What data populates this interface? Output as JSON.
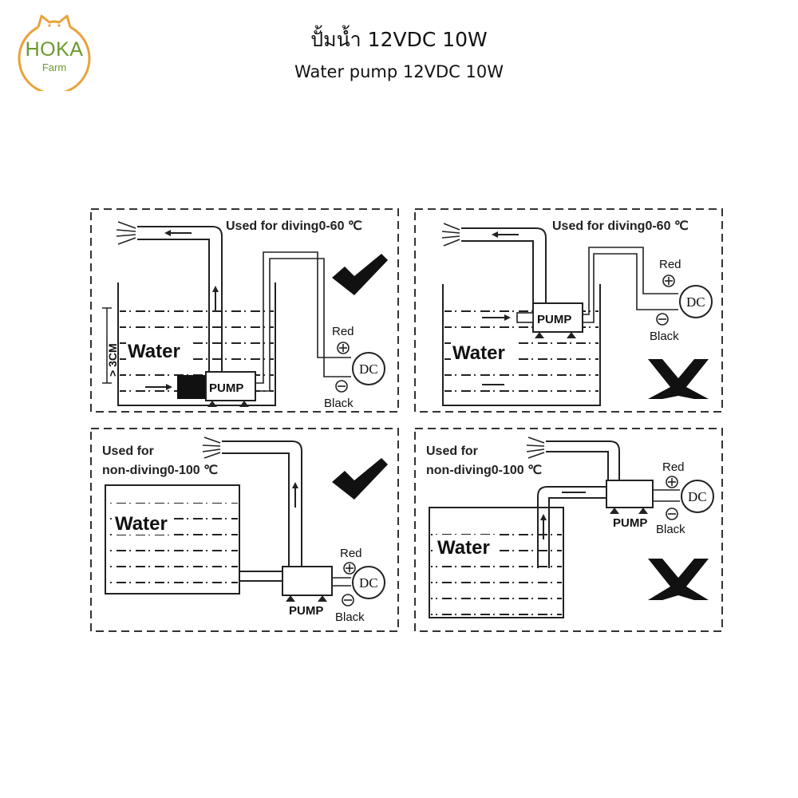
{
  "header": {
    "logo_text": "HOKA",
    "logo_subtext": "Farm",
    "title_thai": "ปั้มน้ำ 12VDC 10W",
    "title_english": "Water pump 12VDC 10W"
  },
  "panels": [
    {
      "label_line1": "Used for diving0-60 ℃",
      "label_line2": "",
      "water": "Water",
      "pump": "PUMP",
      "red": "Red",
      "black": "Black",
      "dc": "DC",
      "depth": "> 3CM",
      "verdict": "check"
    },
    {
      "label_line1": "Used for diving0-60 ℃",
      "label_line2": "",
      "water": "Water",
      "pump": "PUMP",
      "red": "Red",
      "black": "Black",
      "dc": "DC",
      "verdict": "cross"
    },
    {
      "label_line1": "Used for",
      "label_line2": "non-diving0-100 ℃",
      "water": "Water",
      "pump": "PUMP",
      "red": "Red",
      "black": "Black",
      "dc": "DC",
      "verdict": "check"
    },
    {
      "label_line1": "Used for",
      "label_line2": "non-diving0-100 ℃",
      "water": "Water",
      "pump": "PUMP",
      "red": "Red",
      "black": "Black",
      "dc": "DC",
      "verdict": "cross"
    }
  ],
  "colors": {
    "logo": "#e8a33a",
    "logo_text": "#6a9a2c",
    "ink": "#111111"
  }
}
